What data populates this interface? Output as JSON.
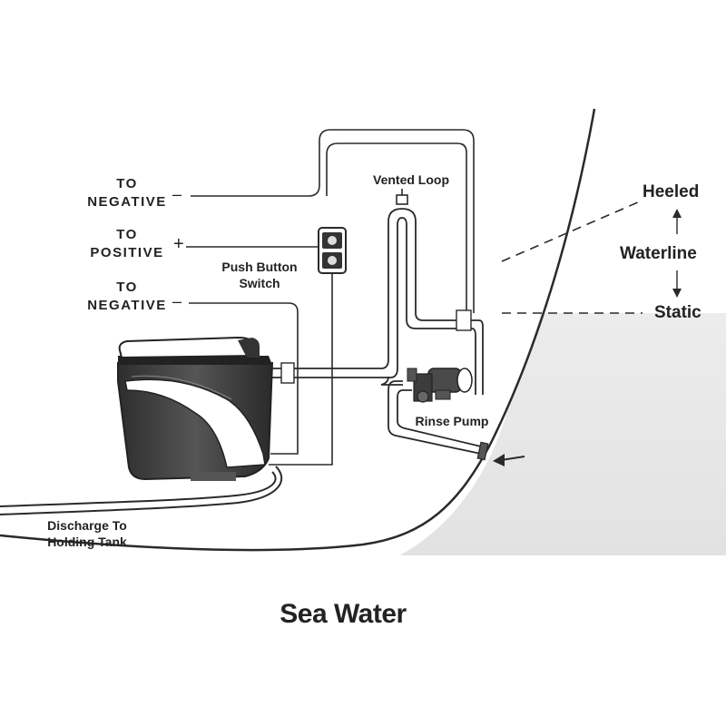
{
  "labels": {
    "to_negative_top_1": "TO",
    "to_negative_top_2": "NEGATIVE",
    "to_positive_1": "TO",
    "to_positive_2": "POSITIVE",
    "to_negative_bottom_1": "TO",
    "to_negative_bottom_2": "NEGATIVE",
    "push_button_switch_1": "Push Button",
    "push_button_switch_2": "Switch",
    "vented_loop": "Vented Loop",
    "rinse_pump": "Rinse Pump",
    "heeled": "Heeled",
    "waterline": "Waterline",
    "static": "Static",
    "discharge_1": "Discharge To",
    "discharge_2": "Holding Tank",
    "sea_water": "Sea Water"
  },
  "symbols": {
    "minus_top": "–",
    "plus": "+",
    "minus_bottom": "–"
  },
  "colors": {
    "line": "#2a2a2a",
    "water_shade": "#e6e6e6",
    "toilet_dark": "#3a3a3a"
  }
}
